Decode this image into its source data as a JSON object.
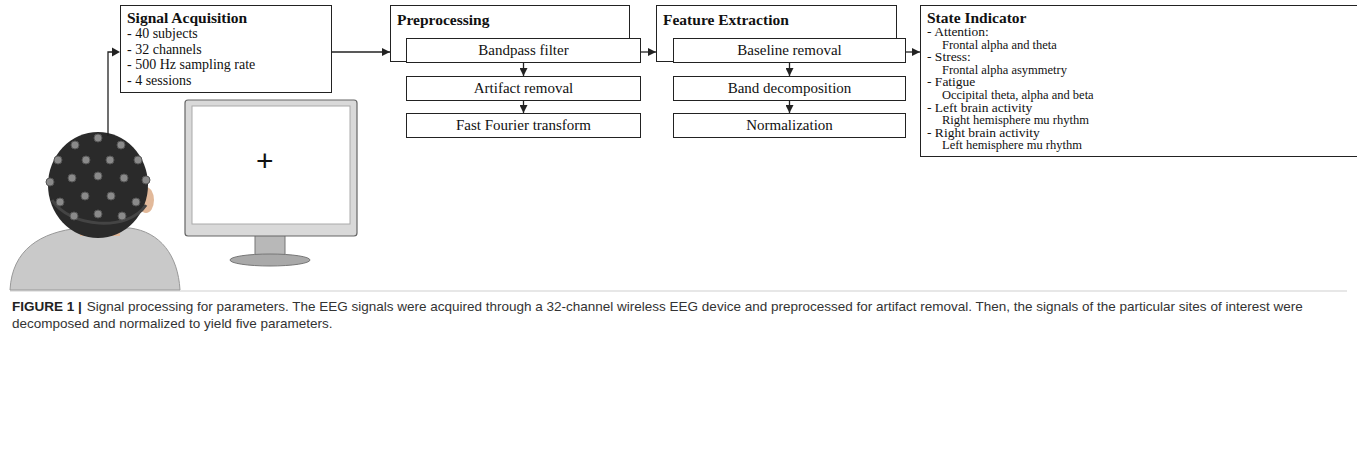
{
  "diagram": {
    "caption": "Signal processing for parameters. The EEG signals were acquired through a 32-channel wireless EEG device and preprocessed for artifact removal. Then, the signals of the particular sites of interest were decomposed and normalized to yield five parameters.",
    "nodes": [
      {
        "text": [
          "Signal Acquisition",
          "- 40 subjects",
          "- 32 channels",
          "- 500 Hz sampling rate",
          "- 4 sessions"
        ]
      },
      {
        "text": [
          "Preprocessing"
        ]
      },
      {
        "text": [
          "Bandpass filter"
        ],
        "in": 1
      },
      {
        "text": [
          "Artifact removal"
        ],
        "in": 1
      },
      {
        "text": [
          "Fast Fourier transform"
        ],
        "in": 1
      },
      {
        "text": [
          "Feature Extraction"
        ]
      },
      {
        "text": [
          "Baseline removal"
        ],
        "in": 5
      },
      {
        "text": [
          "Band decomposition"
        ],
        "in": 5
      },
      {
        "text": [
          "Normalization"
        ],
        "in": 5
      },
      {
        "text": [
          "State Indicator",
          "- Attention:",
          "Frontal alpha and theta",
          "- Stress:",
          "Frontal alpha asymmetry",
          "- Fatigue",
          "Occipital theta, alpha and beta",
          "- Left brain activity",
          "Right hemisphere mu rhythm",
          "- Right brain activity",
          "Left hemisphere mu rhythm"
        ]
      }
    ],
    "edges": [
      {
        "from": 0,
        "to": 1,
        "arrow": "to"
      },
      {
        "from": 2,
        "to": 3,
        "arrow": "to"
      },
      {
        "from": 3,
        "to": 4,
        "arrow": "to"
      },
      {
        "from": 1,
        "to": 5,
        "arrow": "to"
      },
      {
        "from": 6,
        "to": 7,
        "arrow": "to"
      },
      {
        "from": 7,
        "to": 8,
        "arrow": "to"
      },
      {
        "from": 5,
        "to": 9,
        "arrow": "to"
      }
    ],
    "labels": [
      "+",
      "FIGURE 1 |"
    ]
  }
}
